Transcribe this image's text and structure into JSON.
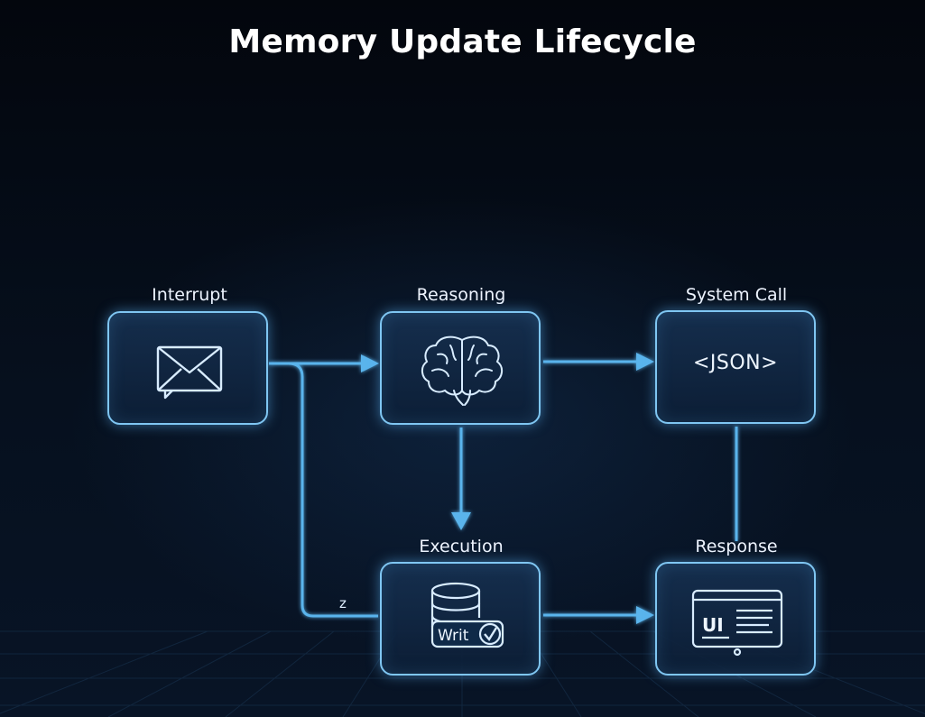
{
  "title": "Memory Update Lifecycle",
  "nodes": {
    "interrupt": {
      "label": "Interrupt",
      "icon": "envelope-icon"
    },
    "reasoning": {
      "label": "Reasoning",
      "icon": "brain-icon"
    },
    "system_call": {
      "label": "System Call",
      "icon": "json-code-icon",
      "icon_text": "<JSON>"
    },
    "execution": {
      "label": "Execution",
      "icon": "database-write-icon",
      "icon_text": "Writ"
    },
    "response": {
      "label": "Response",
      "icon": "ui-screen-icon",
      "icon_text": "UI"
    }
  },
  "marker_text": "z",
  "colors": {
    "background": "#050a14",
    "accent": "#7fc6f2",
    "arrow": "#5ab4ec",
    "text": "#ffffff"
  }
}
